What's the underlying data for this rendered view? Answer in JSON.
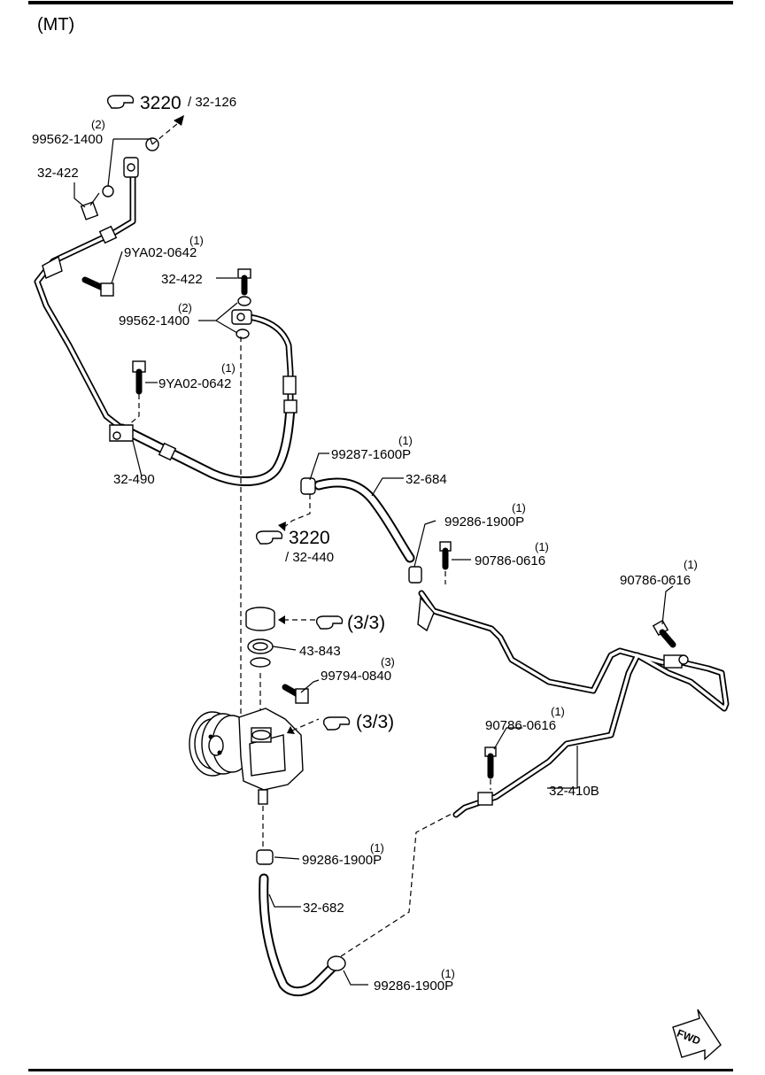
{
  "diagram": {
    "variant_label": "(MT)",
    "parts": [
      {
        "id": "p1",
        "number": "99562-1400",
        "qty": "(2)"
      },
      {
        "id": "p2",
        "number": "32-422",
        "qty": ""
      },
      {
        "id": "p3",
        "number": "9YA02-0642",
        "qty": "(1)"
      },
      {
        "id": "p4",
        "number": "32-422",
        "qty": ""
      },
      {
        "id": "p5",
        "number": "99562-1400",
        "qty": "(2)"
      },
      {
        "id": "p6",
        "number": "9YA02-0642",
        "qty": "(1)"
      },
      {
        "id": "p7",
        "number": "32-490",
        "qty": ""
      },
      {
        "id": "p8",
        "number": "99287-1600P",
        "qty": "(1)"
      },
      {
        "id": "p9",
        "number": "32-684",
        "qty": ""
      },
      {
        "id": "p10",
        "number": "99286-1900P",
        "qty": "(1)"
      },
      {
        "id": "p11",
        "number": "90786-0616",
        "qty": "(1)"
      },
      {
        "id": "p12",
        "number": "90786-0616",
        "qty": "(1)"
      },
      {
        "id": "p13",
        "number": "43-843",
        "qty": ""
      },
      {
        "id": "p14",
        "number": "99794-0840",
        "qty": "(3)"
      },
      {
        "id": "p15",
        "number": "90786-0616",
        "qty": "(1)"
      },
      {
        "id": "p16",
        "number": "32-410B",
        "qty": ""
      },
      {
        "id": "p17",
        "number": "99286-1900P",
        "qty": "(1)"
      },
      {
        "id": "p18",
        "number": "32-682",
        "qty": ""
      },
      {
        "id": "p19",
        "number": "99286-1900P",
        "qty": "(1)"
      }
    ],
    "references": [
      {
        "id": "r1",
        "main": "3220",
        "sub": "/ 32-126"
      },
      {
        "id": "r2",
        "main": "3220",
        "sub": "/ 32-440"
      },
      {
        "id": "r3",
        "main": "(3/3)",
        "sub": ""
      },
      {
        "id": "r4",
        "main": "(3/3)",
        "sub": ""
      }
    ],
    "fwd_label": "FWD"
  }
}
